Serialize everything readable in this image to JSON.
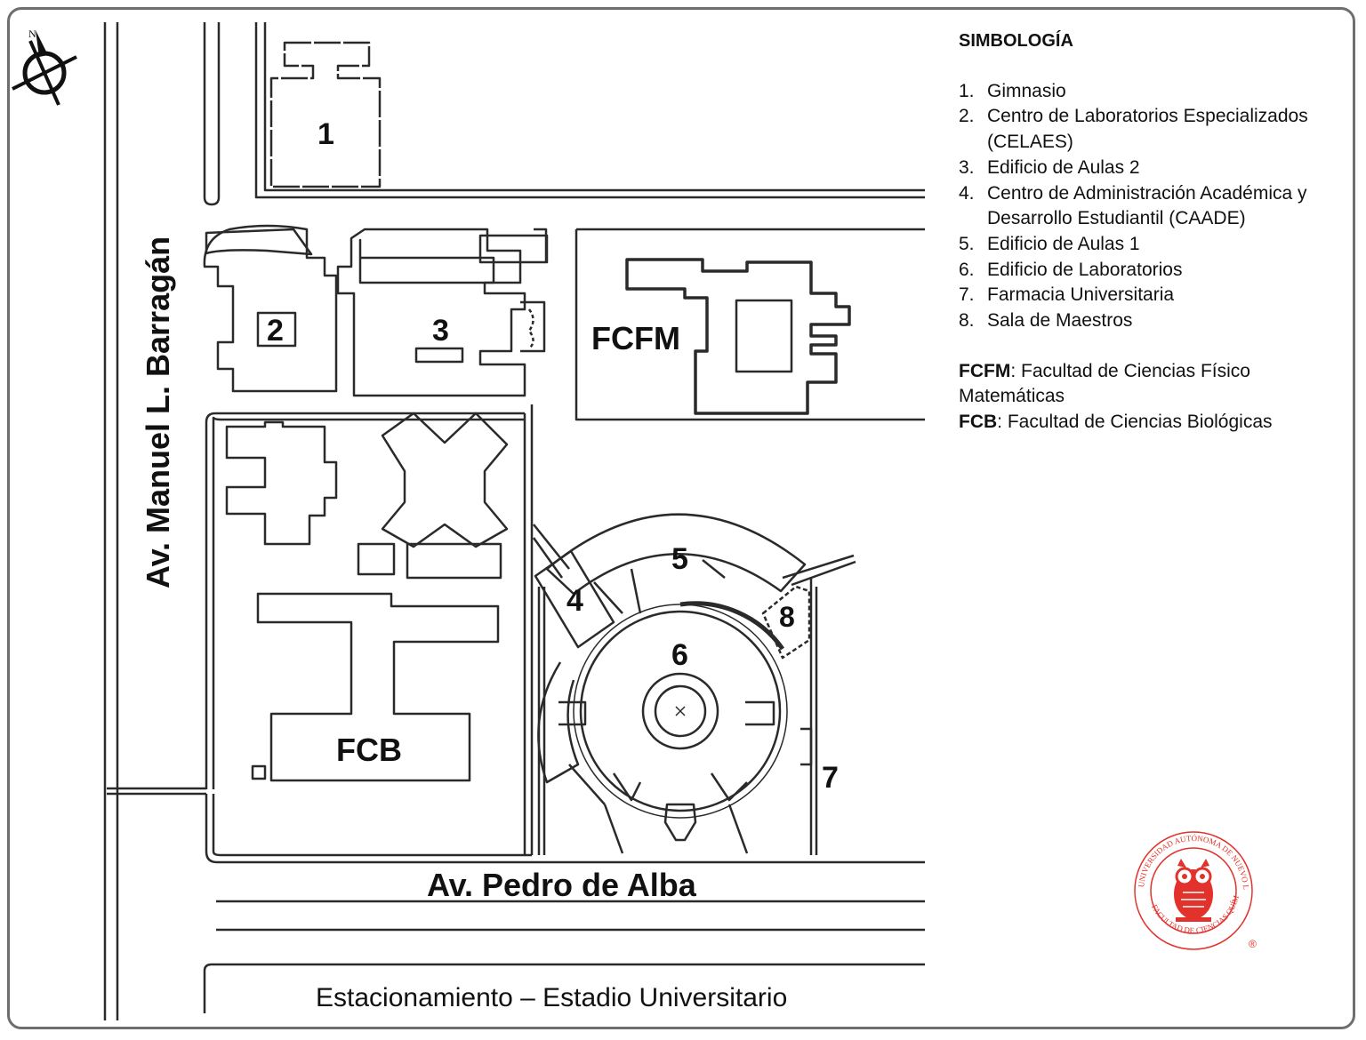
{
  "map": {
    "streets": {
      "west": "Av. Manuel L. Barragán",
      "south": "Av. Pedro de Alba",
      "parking": "Estacionamiento – Estadio Universitario"
    },
    "building_labels": {
      "b1": "1",
      "b2": "2",
      "b3": "3",
      "b4": "4",
      "b5": "5",
      "b6": "6",
      "b7": "7",
      "b8": "8",
      "fcfm": "FCFM",
      "fcb": "FCB"
    },
    "compass": {
      "north_letter": "N",
      "icon": "compass-rose-icon"
    },
    "colors": {
      "lines": "#2a2a2a",
      "seal": "#e2322b"
    }
  },
  "legend": {
    "title": "SIMBOLOGÍA",
    "items": [
      {
        "num": "1.",
        "text": "Gimnasio"
      },
      {
        "num": "2.",
        "text": "Centro de Laboratorios Especializados (CELAES)"
      },
      {
        "num": "3.",
        "text": "Edificio de Aulas 2"
      },
      {
        "num": "4.",
        "text": "Centro de Administración Académica y Desarrollo Estudiantil (CAADE)"
      },
      {
        "num": "5.",
        "text": "Edificio de Aulas 1"
      },
      {
        "num": "6.",
        "text": "Edificio de Laboratorios"
      },
      {
        "num": "7.",
        "text": "Farmacia Universitaria"
      },
      {
        "num": "8.",
        "text": "Sala de Maestros"
      }
    ],
    "abbreviations": [
      {
        "abbr": "FCFM",
        "text": ": Facultad de Ciencias Físico Matemáticas"
      },
      {
        "abbr": "FCB",
        "text": ": Facultad de Ciencias Biológicas"
      }
    ]
  },
  "seal": {
    "outer_text": "UNIVERSIDAD AUTÓNOMA DE NUEVO LEÓN",
    "inner_text": "FACULTAD DE CIENCIAS QUÍMICAS",
    "mark": "®",
    "icon": "owl-seal-icon"
  }
}
